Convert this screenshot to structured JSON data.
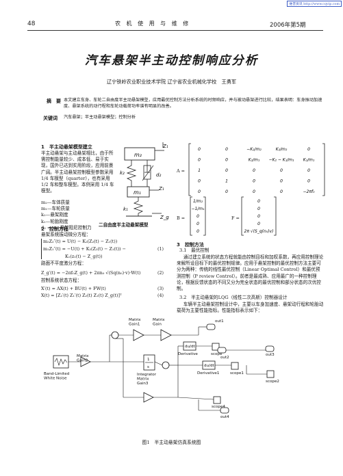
{
  "watermark": "维普资讯 http://www.cqvip.com",
  "header": {
    "page_number": "48",
    "journal": "农 机 使 用 与 维 修",
    "issue": "2006年第5期"
  },
  "title": "汽车悬架半主动控制响应分析",
  "affiliation": "辽宁铁岭农业职业技术学院 辽宁省农业机械化学校　王勇军",
  "abstract_label": "摘　要",
  "abstract": "本文建立车身、车轮二自由度半主动悬架模型，应用最优控制方法分析系统的时频响应，并与被动悬架进行比较，结果表明：车身振动加速度、悬架系统的动行程和车轮动载荷功率谱有明显的改善。",
  "keywords_label": "关键词",
  "keywords": "汽车悬架；半主动悬架模型；控制分析",
  "section1": {
    "heading": "1　半主动悬架模型建立",
    "text": "半主动悬架与主动悬架相比，由于所需控制能量较少、成本低、易于实现，国外已达到实用阶段，应用前景广阔。半主动悬架控制模型参数采用 1/4 车模型（quarter），也有采用 1/2 车和整车模型。本例采用 1/4 车模型。",
    "params": [
      "m₂—车体质量",
      "m₁—车轮质量",
      "k₂—悬架刚度",
      "k₁—轮胎刚度",
      "d₂ = u—悬架阻尼控制力"
    ]
  },
  "fig_quarter": {
    "caption": "二自由度半主动悬架模型",
    "labels": {
      "m2": "m₂",
      "m1": "m₁",
      "k2": "k₂",
      "k1": "k₁",
      "d2": "d₂",
      "z1": "Z₁",
      "zi": "Z₁",
      "zg": "Z_g"
    }
  },
  "section2": {
    "heading": "2　控制方程",
    "intro": "悬架系统振动微分方程：",
    "eq1a": "m₂Z₂″(t) = U(t) − K₂(Z₂(t) − Z₁(t))",
    "eq1b": "m₁Z₁″(t) = −U(t) + K₂(Z₂(t) − Z₁(t)) −",
    "eq1c": "K₁(z₁(t) − Z_g(t))",
    "eqno1": "(1)",
    "road_label": "路面不平度激分方程：",
    "eq2": "Z_g′(t) = −2πf₀Z_g(t) + 2πn₀ √(Sq(n₀)·v)·W(t)",
    "eqno2": "(2)",
    "state_label": "控制系统状态方程：",
    "eq3": "X′(t) = AX(t) + BU(t) + FW(t)",
    "eqno3": "(3)",
    "eq4": "X(t) = [Z₂′(t) Z₁′(t) Z₂(t) Z₁(t) Z_g(t)]ᵀ",
    "eqno4": "(4)"
  },
  "matrices": {
    "A_label": "A =",
    "B_label": "B =",
    "F_label": "F =",
    "A_rows": [
      [
        "0",
        "0",
        "−K₂/m₂",
        "K₂/m₂",
        "0"
      ],
      [
        "0",
        "0",
        "K₂/m₁",
        "−K₂ − K₁/m₁",
        "K₁/m₁"
      ],
      [
        "1",
        "0",
        "0",
        "0",
        "0"
      ],
      [
        "0",
        "1",
        "0",
        "0",
        "0"
      ],
      [
        "0",
        "0",
        "0",
        "0",
        "−2πf₀"
      ]
    ],
    "B_col": [
      "1/m₂",
      "−1/m₁",
      "0",
      "0",
      "0"
    ],
    "F_col": [
      "0",
      "0",
      "0",
      "0",
      "2π √(S_q(n₀)v)"
    ]
  },
  "section3": {
    "heading": "3　控制方法",
    "sub1": "3.1　最优控制",
    "text1": "通过建立系统的状态方程就能由控制目标和加权系数，再应用控制理论来解所设目标下的最优控制规律。应用于悬架控制的最优控制方法主要可分为两种：传统的线性最优控制（Linear Optimal Control）和最优预测控制（P review Control）。前者是最成熟、应用最广的一种控制理论，根据反馈状态的不同又分为完全状态的最优控制和部分状态的次优控制。",
    "sub2": "3.2　半主动悬架的LQG（线性二次高斯）控制器设计",
    "text2": "车辆半主动悬架控制设计中，主要以车身加速度、悬架动行程和轮胎动载荷为主要性能指标。性能指标表示如下："
  },
  "simulink": {
    "caption": "图1　半主动悬架仿真系统图",
    "blocks": {
      "matrix_gain": "Matrix\nGain1",
      "matrix_gain2": "Matrix\nGain",
      "out1": "out1",
      "band_limited": "Band-Limited\nWhite Noise",
      "matrix_gain_mid": "Matrix\nGain2",
      "integrator": "Integrator\nMatrix\nGain3",
      "derivative": "Derivative",
      "derivative1": "Derivative1",
      "scope": "scope",
      "scope1": "scope1",
      "scope2": "scope2",
      "scope4": "scope4",
      "out2": "out2",
      "out3": "out3",
      "out4": "out4",
      "du_dt": "du/dt",
      "const1": "1",
      "s_label": "s"
    }
  }
}
